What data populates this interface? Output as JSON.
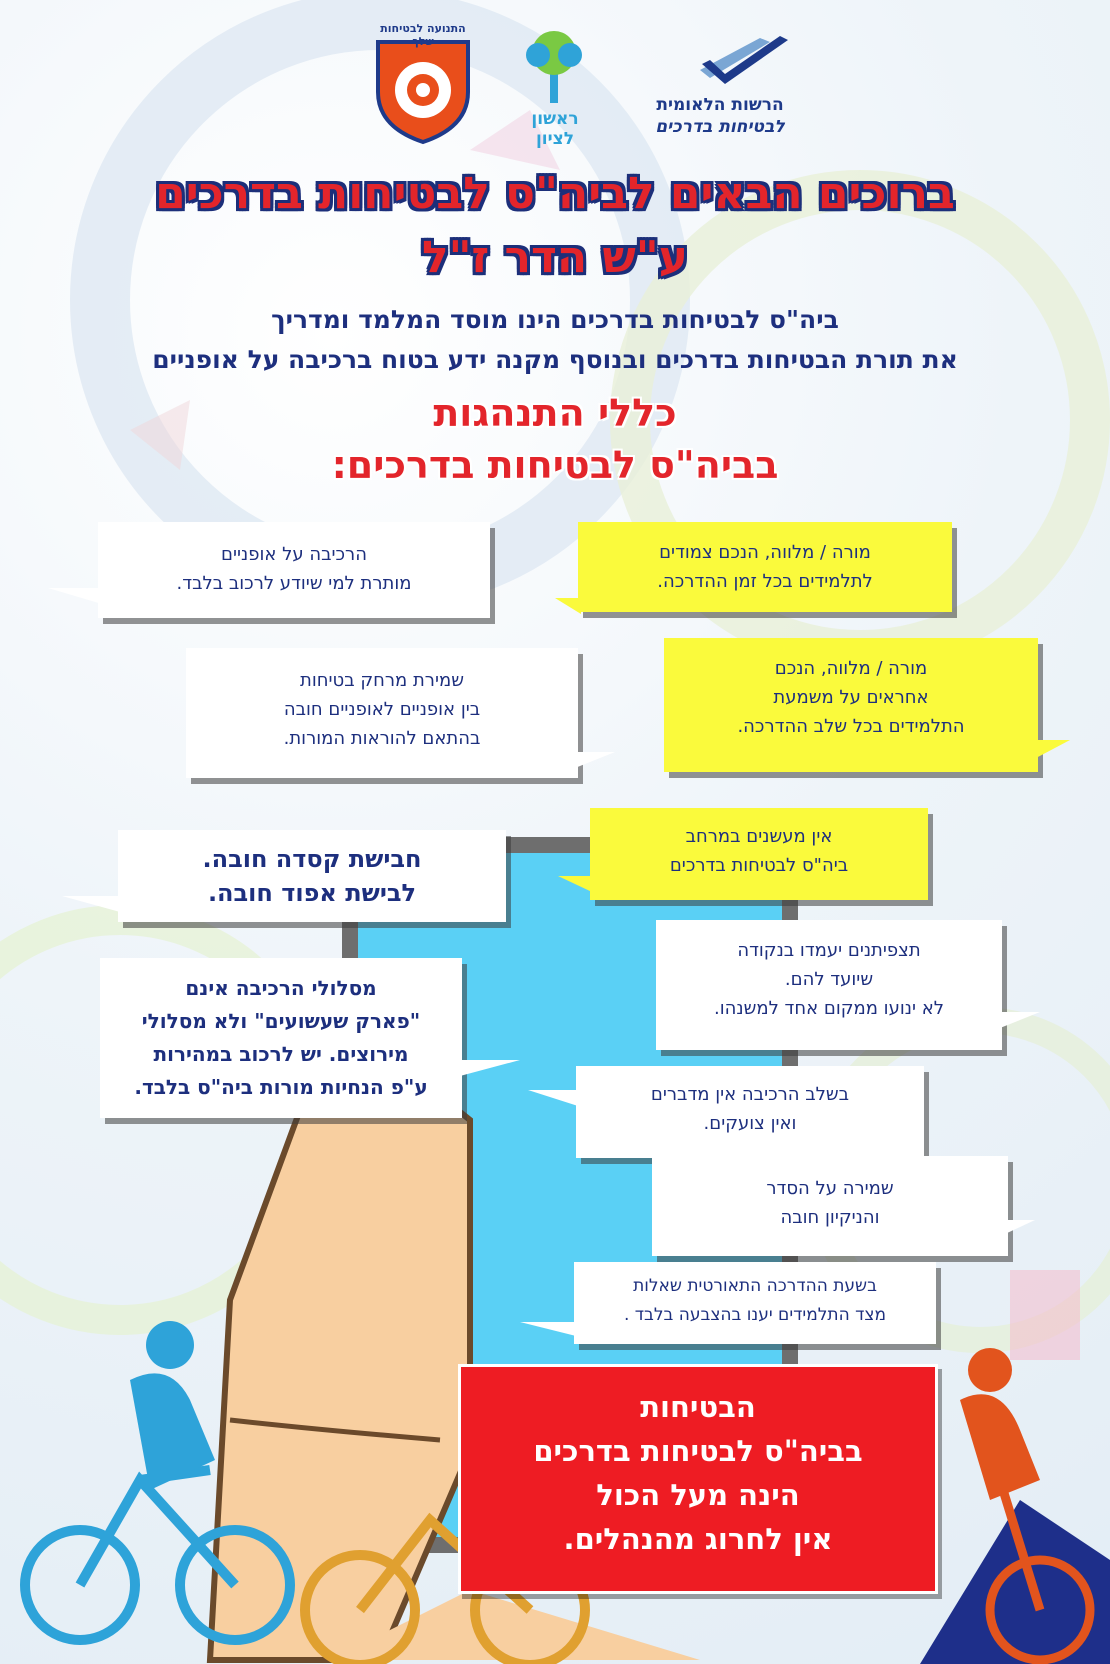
{
  "logos": {
    "national_authority": {
      "line1": "הרשות הלאומית",
      "line2": "לבטיחות בדרכים"
    },
    "rishon_lezion": {
      "line1": "ראשון",
      "line2": "לציון"
    },
    "shield": {
      "text": "התנועה לבטיחות שלך"
    }
  },
  "header": {
    "title_line1": "ברוכים הבאים לביה\"ס לבטיחות בדרכים",
    "title_line2": "ע\"ש הדר ז\"ל",
    "intro_line1": "ביה\"ס לבטיחות בדרכים הינו מוסד המלמד ומדריך",
    "intro_line2": "את תורת הבטיחות בדרכים ובנוסף מקנה ידע בטוח ברכיבה על אופניים",
    "rules_line1": "כללי התנהגות",
    "rules_line2": "בביה\"ס לבטיחות בדרכים:"
  },
  "bubbles": {
    "teacher_escort": {
      "line1": "מורה / מלווה, הנכם צמודים",
      "line2": "לתלמידים בכל זמן ההדרכה."
    },
    "riding_allowed": {
      "line1": "הרכיבה על אופניים",
      "line2": "מותרת למי שיודע לרכוב בלבד."
    },
    "teacher_responsible": {
      "line1": "מורה / מלווה, הנכם",
      "line2": "אחראים על משמעת",
      "line3": "התלמידים בכל שלב ההדרכה."
    },
    "safe_distance": {
      "line1": "שמירת מרחק בטיחות",
      "line2": "בין אופניים לאופניים חובה",
      "line3": "בהתאם להוראות המורות."
    },
    "no_smoking": {
      "line1": "אין מעשנים במרחב",
      "line2": "ביה\"ס לבטיחות בדרכים"
    },
    "helmet": {
      "line1": "חבישת קסדה חובה.",
      "line2": "לבישת אפוד חובה."
    },
    "spectators": {
      "line1": "תצפיתנים יעמדו בנקודה",
      "line2": "שיועד להם.",
      "line3": "לא ינועו ממקום אחד למשנהו."
    },
    "routes": {
      "line1": "מסלולי הרכיבה אינם",
      "line2": "\"פארק שעשועים\" ולא מסלולי",
      "line3": "מירוצים. יש לרכוב במהירות",
      "line4": "ע\"פ הנחיות מורות ביה\"ס בלבד."
    },
    "no_talking": {
      "line1": "בשלב הרכיבה אין מדברים",
      "line2": "ואין צועקים."
    },
    "order": {
      "line1": "שמירה על הסדר",
      "line2": "והניקיון חובה"
    },
    "questions": {
      "line1": "בשעת ההדרכה התאורטית שאלות",
      "line2": "מצד התלמידים יענו בהצבעה בלבד ."
    }
  },
  "final": {
    "line1": "הבטיחות",
    "line2": "בביה\"ס לבטיחות בדרכים",
    "line3": "הינה מעל הכול",
    "line4": "אין לחרוג מהנהלים."
  },
  "colors": {
    "title_red": "#e3252b",
    "navy": "#1d2f7e",
    "bubble_yellow": "#fafa3c",
    "final_red": "#ee1c23",
    "phone_blue": "#5ad0f5",
    "hand": "#f8cfa0"
  }
}
